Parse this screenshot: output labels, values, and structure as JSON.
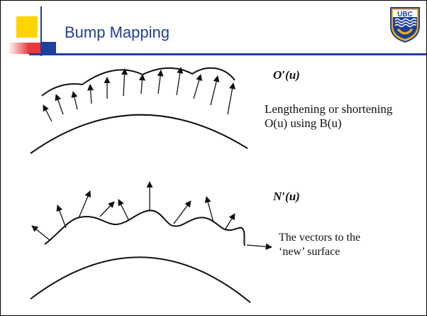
{
  "title": "Bump Mapping",
  "logo": {
    "name": "UBC",
    "text": "UBC"
  },
  "figure_top": {
    "label_prime": "O′(u)",
    "caption_line1": "Lengthening or shortening",
    "caption_line2": "O(u) using B(u)"
  },
  "figure_bottom": {
    "label_prime": "N′(u)",
    "caption_line1": "The vectors to the",
    "caption_line2": "‘new’ surface"
  },
  "colors": {
    "title": "#1f3f9c",
    "deco_yellow": "#ffd400",
    "deco_red": "#e8393c",
    "deco_blue": "#1f3f9c",
    "logo_blue": "#1f3f9c",
    "logo_gold": "#f1b400"
  }
}
